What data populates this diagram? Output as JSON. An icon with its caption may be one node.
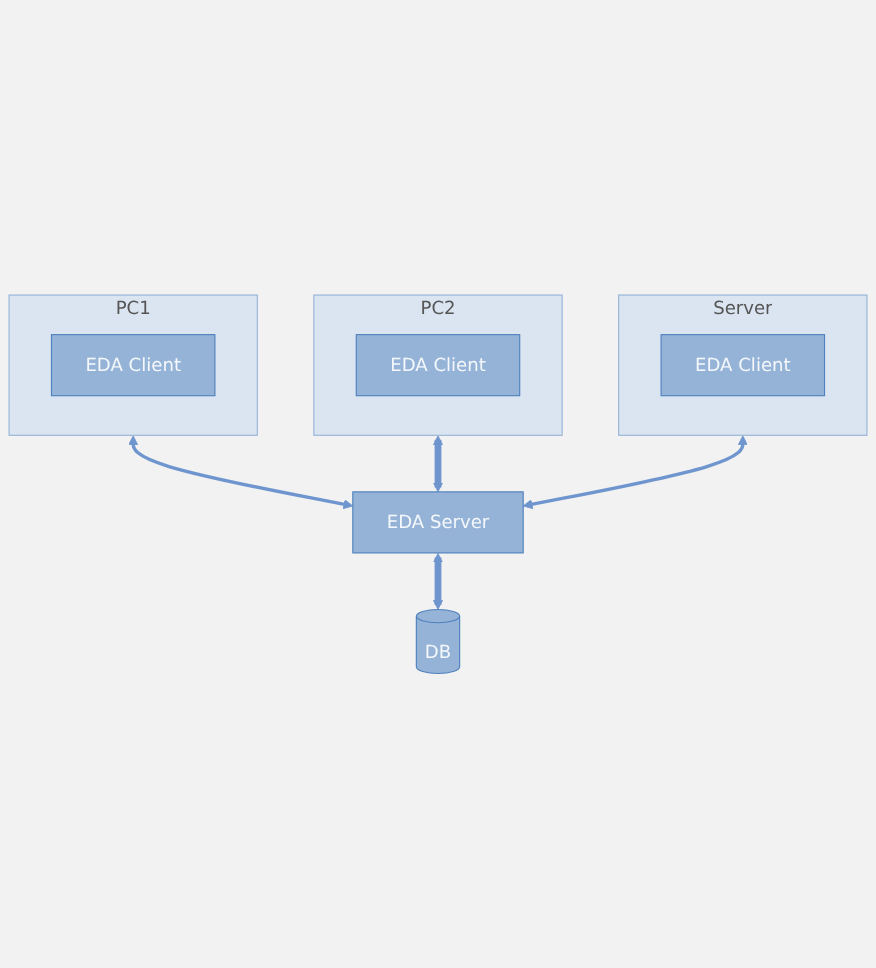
{
  "diagram": {
    "nodes": [
      {
        "text": [
          "PC1"
        ]
      },
      {
        "text": [
          "EDA Client"
        ],
        "in": 0
      },
      {
        "text": [
          "PC2"
        ]
      },
      {
        "text": [
          "EDA Client"
        ],
        "in": 2
      },
      {
        "text": [
          "Server"
        ]
      },
      {
        "text": [
          "EDA Client"
        ],
        "in": 4
      },
      {
        "text": [
          "EDA Server"
        ]
      },
      {
        "text": [
          "DB"
        ]
      }
    ],
    "edges": [
      {
        "from": 0,
        "to": 6,
        "arrow": "both"
      },
      {
        "from": 2,
        "to": 6,
        "arrow": "both",
        "style": "thick"
      },
      {
        "from": 4,
        "to": 6,
        "arrow": "both"
      },
      {
        "from": 6,
        "to": 7,
        "arrow": "both",
        "style": "thick"
      }
    ]
  }
}
